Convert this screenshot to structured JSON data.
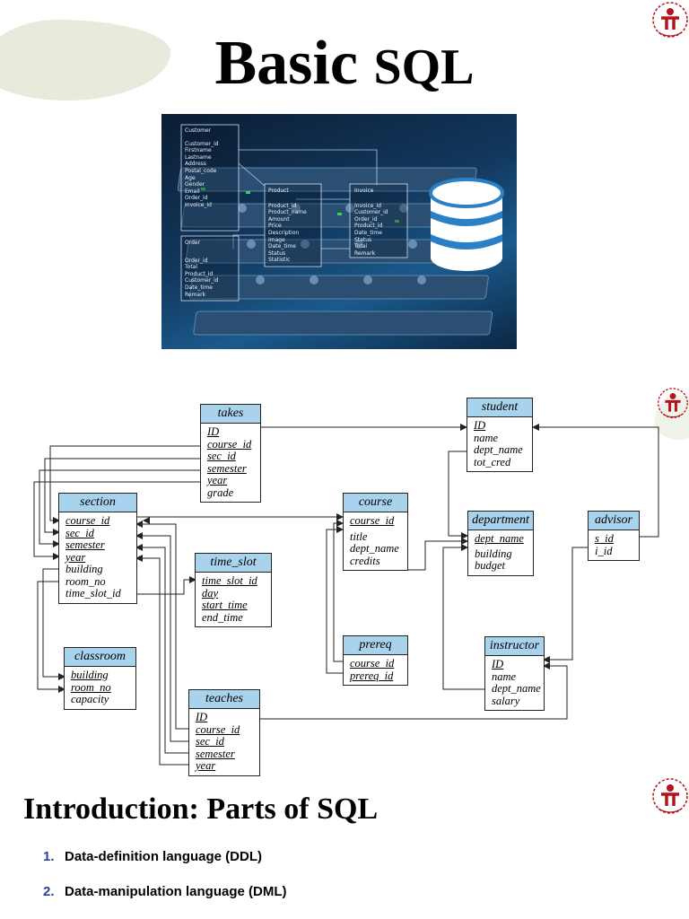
{
  "title": {
    "main": "Basic",
    "sql": "SQL"
  },
  "db_image": {
    "customer": {
      "title": "Customer",
      "fields": [
        "Customer_id",
        "Firstname",
        "Lastname",
        "Address",
        "Postal_code",
        "Age",
        "Gender",
        "Email",
        "Order_id",
        "Invoice_id"
      ]
    },
    "product": {
      "title": "Product",
      "fields": [
        "Product_id",
        "Product_name",
        "Amount",
        "Price",
        "Description",
        "Image",
        "Date_time",
        "Status",
        "Statistic"
      ]
    },
    "invoice": {
      "title": "Invoice",
      "fields": [
        "Invoice_id",
        "Customer_id",
        "Order_id",
        "Product_id",
        "Date_time",
        "Status",
        "Total",
        "Remark"
      ]
    },
    "order": {
      "title": "Order",
      "fields": [
        "Order_id",
        "Total",
        "Product_id",
        "Customer_id",
        "Date_time",
        "Remark"
      ]
    }
  },
  "schema": {
    "takes": {
      "title": "takes",
      "fields": [
        {
          "name": "ID",
          "key": true
        },
        {
          "name": "course_id",
          "key": true
        },
        {
          "name": "sec_id",
          "key": true
        },
        {
          "name": "semester",
          "key": true
        },
        {
          "name": "year",
          "key": true
        },
        {
          "name": "grade",
          "key": false
        }
      ]
    },
    "student": {
      "title": "student",
      "fields": [
        {
          "name": "ID",
          "key": true
        },
        {
          "name": "name",
          "key": false
        },
        {
          "name": "dept_name",
          "key": false
        },
        {
          "name": "tot_cred",
          "key": false
        }
      ]
    },
    "section": {
      "title": "section",
      "fields": [
        {
          "name": "course_id",
          "key": true
        },
        {
          "name": "sec_id",
          "key": true
        },
        {
          "name": "semester",
          "key": true
        },
        {
          "name": "year",
          "key": true
        },
        {
          "name": "building",
          "key": false
        },
        {
          "name": "room_no",
          "key": false
        },
        {
          "name": "time_slot_id",
          "key": false
        }
      ]
    },
    "course": {
      "title": "course",
      "fields": [
        {
          "name": "course_id",
          "key": true
        },
        {
          "name": "title",
          "key": false
        },
        {
          "name": "dept_name",
          "key": false
        },
        {
          "name": "credits",
          "key": false
        }
      ]
    },
    "department": {
      "title": "department",
      "fields": [
        {
          "name": "dept_name",
          "key": true
        },
        {
          "name": "building",
          "key": false
        },
        {
          "name": "budget",
          "key": false
        }
      ]
    },
    "advisor": {
      "title": "advisor",
      "fields": [
        {
          "name": "s_id",
          "key": true
        },
        {
          "name": "i_id",
          "key": false
        }
      ]
    },
    "time_slot": {
      "title": "time_slot",
      "fields": [
        {
          "name": "time_slot_id",
          "key": true
        },
        {
          "name": "day",
          "key": true
        },
        {
          "name": "start_time",
          "key": true
        },
        {
          "name": "end_time",
          "key": false
        }
      ]
    },
    "prereq": {
      "title": "prereq",
      "fields": [
        {
          "name": "course_id",
          "key": true
        },
        {
          "name": "prereq_id",
          "key": true
        }
      ]
    },
    "classroom": {
      "title": "classroom",
      "fields": [
        {
          "name": "building",
          "key": true
        },
        {
          "name": "room_no",
          "key": true
        },
        {
          "name": "capacity",
          "key": false
        }
      ]
    },
    "instructor": {
      "title": "instructor",
      "fields": [
        {
          "name": "ID",
          "key": true
        },
        {
          "name": "name",
          "key": false
        },
        {
          "name": "dept_name",
          "key": false
        },
        {
          "name": "salary",
          "key": false
        }
      ]
    },
    "teaches": {
      "title": "teaches",
      "fields": [
        {
          "name": "ID",
          "key": true
        },
        {
          "name": "course_id",
          "key": true
        },
        {
          "name": "sec_id",
          "key": true
        },
        {
          "name": "semester",
          "key": true
        },
        {
          "name": "year",
          "key": true
        }
      ]
    }
  },
  "section2": {
    "title": "Introduction: Parts of SQL",
    "items": [
      {
        "num": "1.",
        "text": "Data-definition language (DDL)"
      },
      {
        "num": "2.",
        "text": "Data-manipulation language (DML)"
      }
    ]
  },
  "colors": {
    "entity_header": "#a9d2ec",
    "brush": "#e6ebdc",
    "list_number": "#2b3fa0",
    "logo_red": "#b5121b"
  }
}
